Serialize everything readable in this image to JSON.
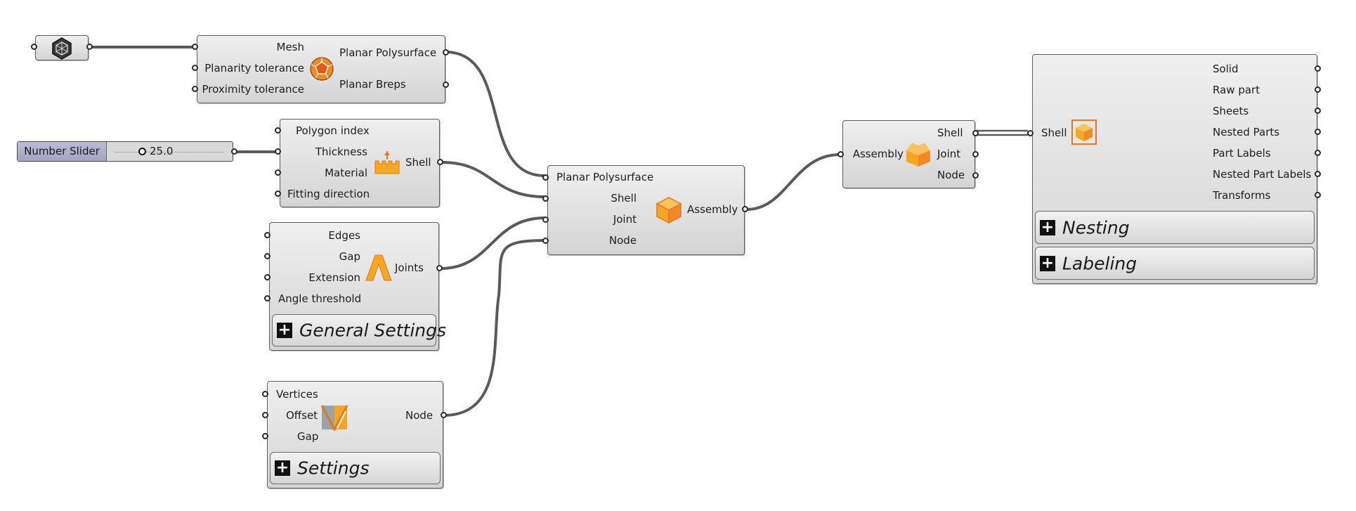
{
  "mesh_param": {
    "icon": "mesh-hexagon-icon"
  },
  "slider": {
    "name": "Number Slider",
    "value": "25.0"
  },
  "polysurface": {
    "inputs": [
      "Mesh",
      "Planarity tolerance",
      "Proximity tolerance"
    ],
    "outputs": [
      "Planar Polysurface",
      "Planar Breps"
    ],
    "icon": "dodecahedron-icon"
  },
  "shell_comp": {
    "inputs": [
      "Polygon index",
      "Thickness",
      "Material",
      "Fitting direction"
    ],
    "outputs": [
      "Shell"
    ],
    "icon": "shell-castle-icon"
  },
  "joints_comp": {
    "inputs": [
      "Edges",
      "Gap",
      "Extension",
      "Angle threshold"
    ],
    "outputs": [
      "Joints"
    ],
    "section": "General Settings",
    "icon": "joint-a-icon"
  },
  "node_comp": {
    "inputs": [
      "Vertices",
      "Offset",
      "Gap"
    ],
    "outputs": [
      "Node"
    ],
    "section": "Settings",
    "icon": "node-wedge-icon"
  },
  "assembly_comp": {
    "inputs": [
      "Planar Polysurface",
      "Shell",
      "Joint",
      "Node"
    ],
    "outputs": [
      "Assembly"
    ],
    "icon": "cube-icon"
  },
  "deconstruct_comp": {
    "inputs": [
      "Assembly"
    ],
    "outputs": [
      "Shell",
      "Joint",
      "Node"
    ],
    "icon": "open-box-icon"
  },
  "fabricate_comp": {
    "inputs": [
      "Shell"
    ],
    "outputs": [
      "Solid",
      "Raw part",
      "Sheets",
      "Nested Parts",
      "Part Labels",
      "Nested Part Labels",
      "Transforms"
    ],
    "sections": [
      "Nesting",
      "Labeling"
    ],
    "icon": "box-outline-icon"
  },
  "colors": {
    "wire": "#5a5a5a",
    "accent": "#f5a623",
    "accent_dark": "#e4761b"
  }
}
